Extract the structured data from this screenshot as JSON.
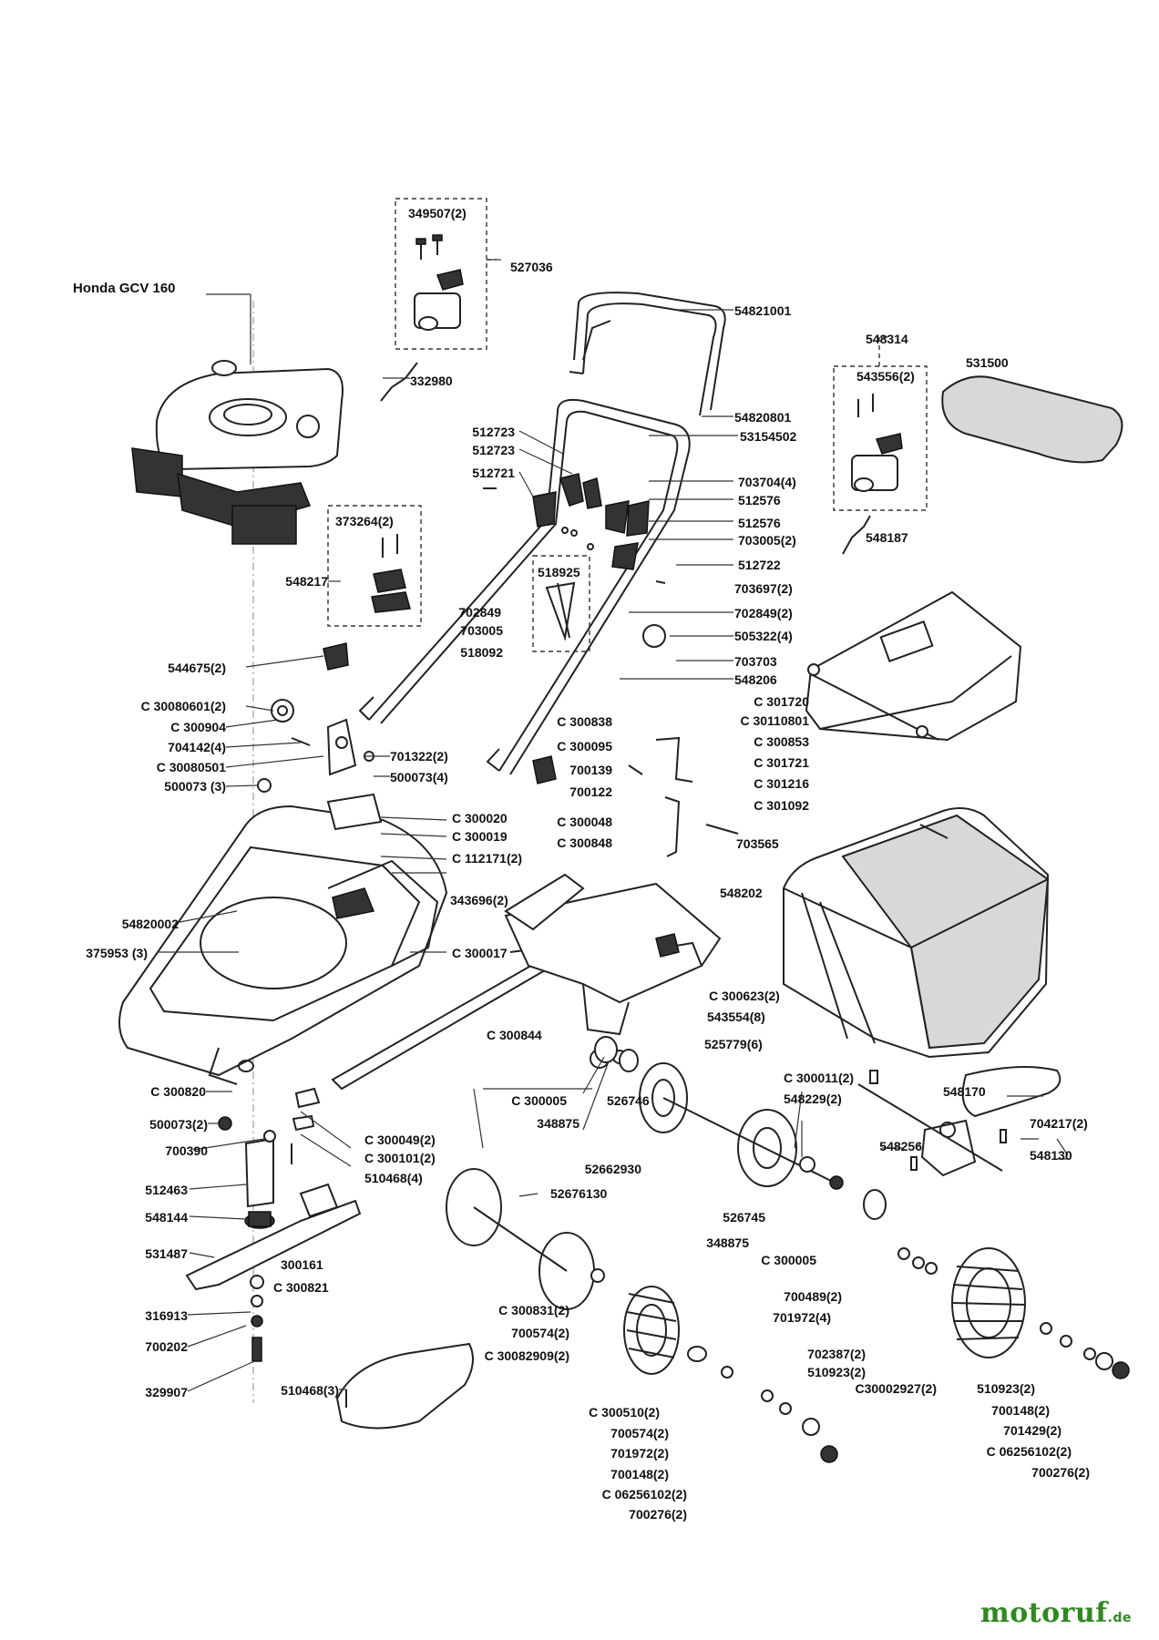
{
  "engine_label": "Honda GCV 160",
  "brand": {
    "name": "motoruf",
    "suffix": ".de",
    "color": "#2f8a1e"
  },
  "labels": [
    "349507(2)",
    "527036",
    "332980",
    "54821001",
    "54820801",
    "53154502",
    "548314",
    "531500",
    "543556(2)",
    "548187",
    "512723",
    "512723",
    "512721",
    "703704(4)",
    "512576",
    "512576",
    "703005(2)",
    "512722",
    "703697(2)",
    "702849(2)",
    "505322(4)",
    "703703",
    "548206",
    "373264(2)",
    "548217",
    "518925",
    "702849",
    "703005",
    "518092",
    "544675(2)",
    "C 30080601(2)",
    "C 300904",
    "704142(4)",
    "C 30080501",
    "500073 (3)",
    "701322(2)",
    "500073(4)",
    "C 301720",
    "C 30110801",
    "C 300853",
    "C 301721",
    "C 301216",
    "C 301092",
    "C 300838",
    "C 300095",
    "700139",
    "700122",
    "C 300048",
    "C 300848",
    "703565",
    "C 300020",
    "C 300019",
    "C 112171(2)",
    "343696(2)",
    "54820002",
    "375953 (3)",
    "C 300017",
    "548202",
    "C 300623(2)",
    "543554(8)",
    "C 300844",
    "525779(6)",
    "C 300820",
    "526746",
    "C 300005",
    "348875",
    "C 300011(2)",
    "548229(2)",
    "52662930",
    "548170",
    "704217(2)",
    "548256",
    "548130",
    "500073(2)",
    "C 300049(2)",
    "700390",
    "C 300101(2)",
    "510468(4)",
    "512463",
    "548144",
    "52676130",
    "526745",
    "348875",
    "C 300005",
    "531487",
    "300161",
    "C 300821",
    "316913",
    "700202",
    "329907",
    "510468(3)",
    "C 300831(2)",
    "700574(2)",
    "C 30082909(2)",
    "700489(2)",
    "701972(4)",
    "702387(2)",
    "510923(2)",
    "C30002927(2)",
    "C 300510(2)",
    "700574(2)",
    "701972(2)",
    "700148(2)",
    "C 06256102(2)",
    "700276(2)",
    "510923(2)",
    "700148(2)",
    "701429(2)",
    "C 06256102(2)",
    "700276(2)"
  ]
}
